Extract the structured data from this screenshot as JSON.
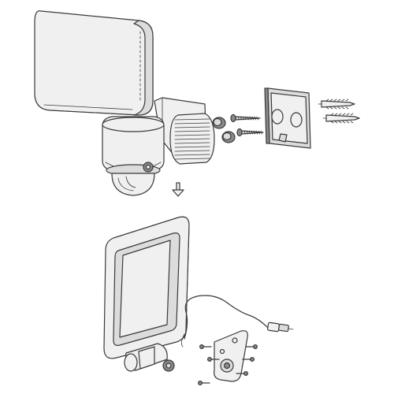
{
  "diagram": {
    "kind": "installation-exploded-view",
    "line_color": "#3a3a3a",
    "fill_light": "#f0f0f0",
    "fill_mid": "#dcdcdc",
    "fill_dark": "#8a8a8a",
    "parts": [
      "lamp-head",
      "motion-sensor-housing",
      "wall-bracket",
      "screw",
      "wall-plug",
      "cover-cap",
      "solar-panel",
      "mounting-plate",
      "cable-connector"
    ]
  }
}
